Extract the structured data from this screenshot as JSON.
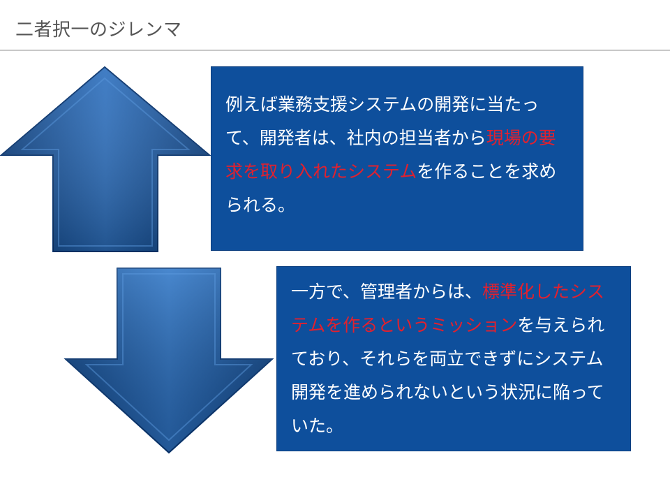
{
  "slide": {
    "title": "二者択一のジレンマ"
  },
  "top_text": {
    "pre": "例えば業務支援システムの開発に当たって、開発者は、社内の担当者から",
    "highlight": "現場の要求を取り入れたシステム",
    "post": "を作ることを求められる。"
  },
  "bottom_text": {
    "pre": "一方で、管理者からは、",
    "highlight": "標準化したシステムを作るというミッション",
    "post": "を与えられており、それらを両立できずにシステム開発を進められないという状況に陥っていた。"
  },
  "colors": {
    "box_fill": "#0e4f9c",
    "arrow_dark": "#0b3f80",
    "arrow_light": "#3d83cf",
    "highlight_text": "#e0212f",
    "title_text": "#555555"
  },
  "icons": {
    "up": "up-arrow-icon",
    "down": "down-arrow-icon"
  }
}
